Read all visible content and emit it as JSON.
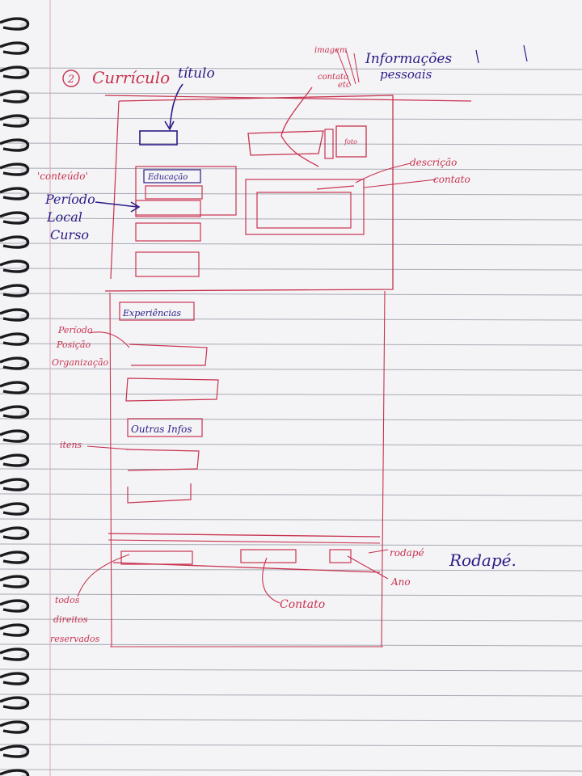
{
  "title": {
    "number": "2",
    "text": "Currículo",
    "arrow_label": "título"
  },
  "header_notes": {
    "image_label": "imagem",
    "contact_label": "contato",
    "etc_label": "etc",
    "info_label_line1": "Informações",
    "info_label_line2": "pessoais",
    "photo_label": "foto"
  },
  "description_notes": {
    "line1": "descrição",
    "line2": "contato"
  },
  "education": {
    "heading": "Educação",
    "side_note_title": "'conteúdo'",
    "side_note_items": [
      "Período",
      "Local",
      "Curso"
    ]
  },
  "experience": {
    "heading": "Experiências",
    "side_note_items": [
      "Período",
      "Posição",
      "Organização"
    ]
  },
  "other": {
    "heading": "Outras Infos",
    "side_note": "itens"
  },
  "footer": {
    "label_red": "rodapé",
    "label_blue": "Rodapé.",
    "year_label": "Ano",
    "contact_label": "Contato",
    "rights_line1": "todos",
    "rights_line2": "direitos",
    "rights_line3": "reservados"
  },
  "colors": {
    "paper": "#f4f4f6",
    "rule_line": "#a7aab4",
    "margin_line": "#d6a8b8",
    "red_pen": "#c8324f",
    "blue_pen": "#2a1b86"
  }
}
